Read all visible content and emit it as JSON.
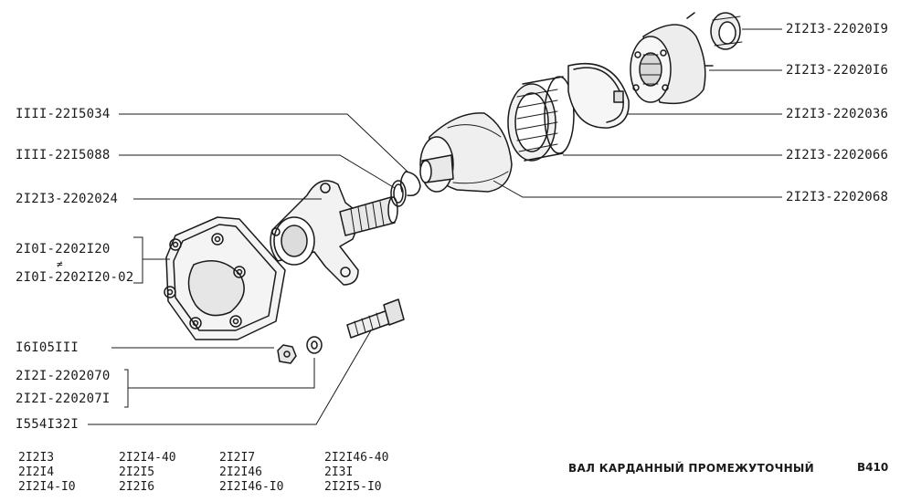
{
  "labels_left": [
    {
      "id": "flange_bolt_retainer",
      "text": "IIII-22I5034"
    },
    {
      "id": "retainer_ring",
      "text": "IIII-22I5088"
    },
    {
      "id": "shaft_flange",
      "text": "2I2I3-2202024"
    },
    {
      "id": "flange_a",
      "text": "2I0I-2202I20"
    },
    {
      "id": "flange_b",
      "text": "2I0I-2202I20-02"
    },
    {
      "id": "nut",
      "text": "I6I05III"
    },
    {
      "id": "washer_a",
      "text": "2I2I-2202070"
    },
    {
      "id": "washer_b",
      "text": "2I2I-220207I"
    },
    {
      "id": "bolt",
      "text": "I554I32I"
    }
  ],
  "labels_right": [
    {
      "id": "bearing_cup",
      "text": "2I2I3-22020I9"
    },
    {
      "id": "coupling_bolt",
      "text": "2I2I3-22020I6"
    },
    {
      "id": "clamp_band",
      "text": "2I2I3-2202036"
    },
    {
      "id": "bearing_cage",
      "text": "2I2I3-2202066"
    },
    {
      "id": "boot",
      "text": "2I2I3-2202068"
    }
  ],
  "alt_marker": "≠",
  "models": [
    [
      "2I2I3",
      "2I2I4",
      "2I2I4-I0"
    ],
    [
      "2I2I4-40",
      "2I2I5",
      "2I2I6"
    ],
    [
      "2I2I7",
      "2I2I46",
      "2I2I46-I0"
    ],
    [
      "2I2I46-40",
      "2I3I",
      "2I2I5-I0"
    ]
  ],
  "title": "ВАЛ КАРДАННЫЙ ПРОМЕЖУТОЧНЫЙ",
  "page_code": "В410",
  "colors": {
    "ink": "#1a1a1a",
    "paper": "#ffffff",
    "shade": "#cfcfcf"
  }
}
